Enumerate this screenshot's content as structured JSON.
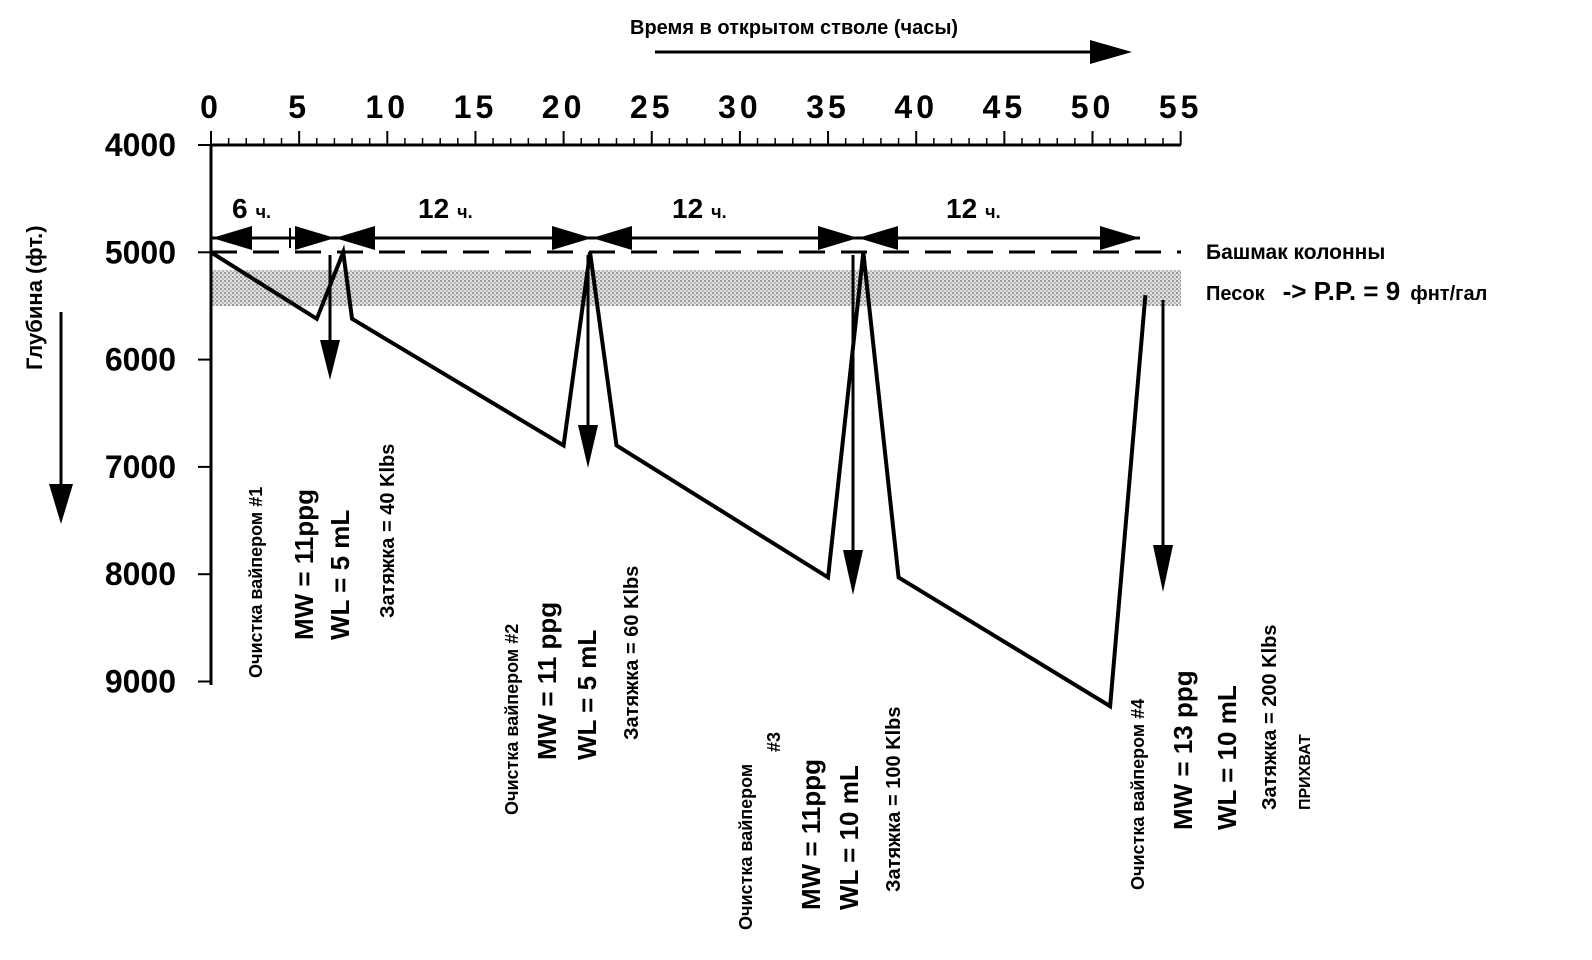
{
  "header": {
    "time_title": "Время в открытом стволе (часы)",
    "depth_title": "Глубина (фт.)"
  },
  "x_axis": {
    "ticks": [
      "0",
      "5",
      "10",
      "15",
      "20",
      "25",
      "30",
      "35",
      "40",
      "45",
      "50",
      "55"
    ]
  },
  "y_axis": {
    "ticks": [
      "4000",
      "5000",
      "6000",
      "7000",
      "8000",
      "9000"
    ]
  },
  "intervals": [
    {
      "num": "6",
      "unit": "ч."
    },
    {
      "num": "12",
      "unit": "ч."
    },
    {
      "num": "12",
      "unit": "ч."
    },
    {
      "num": "12",
      "unit": "ч."
    }
  ],
  "legend": {
    "casing_shoe": "Башмак колонны",
    "sand": "Песок",
    "pore_pressure": "-> P.P. = 9",
    "pore_pressure_unit": "фнт/гал"
  },
  "wipers": [
    {
      "title": "Очистка вайпером #1",
      "title2": "",
      "mw": "MW = 11ppg",
      "wl": "WL  = 5 mL",
      "drag": "Затяжка  = 40 Klbs",
      "extra": ""
    },
    {
      "title": "Очистка вайпером #2",
      "title2": "",
      "mw": "MW = 11 ppg",
      "wl": "WL  = 5 mL",
      "drag": "Затяжка  = 60 Klbs",
      "extra": ""
    },
    {
      "title": "Очистка вайпером",
      "title2": "#3",
      "mw": "MW = 11ppg",
      "wl": "WL  = 10 mL",
      "drag": "Затяжка  = 100 Klbs",
      "extra": ""
    },
    {
      "title": "Очистка вайпером #4",
      "title2": "",
      "mw": "MW = 13 ppg",
      "wl": "WL  = 10 mL",
      "drag": "Затяжка  = 200 Klbs",
      "extra": "ПРИХВАТ"
    }
  ],
  "profile": {
    "x": [
      0,
      6,
      7.5,
      8,
      20,
      21.5,
      23,
      35,
      37,
      39,
      51,
      53
    ],
    "y": [
      5000,
      5620,
      5000,
      5620,
      6800,
      5000,
      6800,
      8030,
      5000,
      8030,
      9230,
      5400
    ]
  },
  "colors": {
    "ink": "#000000",
    "sand": "#c8c8c8"
  }
}
